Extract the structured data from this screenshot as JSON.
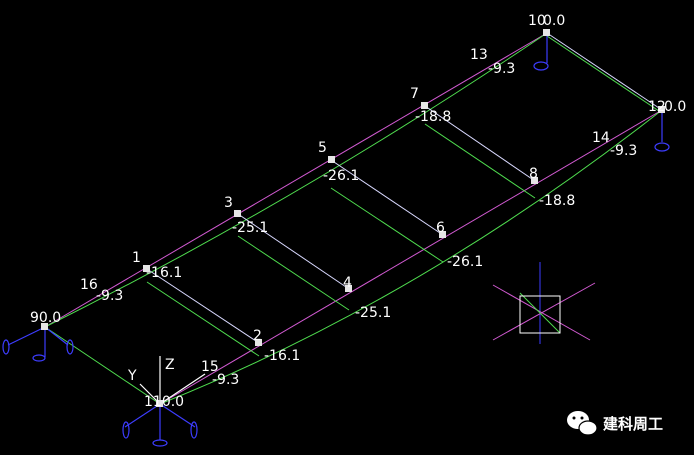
{
  "colors": {
    "background": "#000000",
    "beam_green": "#4fdc4f",
    "beam_magenta": "#d15ad1",
    "beam_white": "#d9d9ff",
    "node": "#e6e6e6",
    "support": "#3d3dff",
    "text": "#ffffff"
  },
  "nodes": [
    {
      "id": "1",
      "label": "1",
      "value": "-16.1"
    },
    {
      "id": "2",
      "label": "2",
      "value": "-16.1"
    },
    {
      "id": "3",
      "label": "3",
      "value": "-25.1"
    },
    {
      "id": "4",
      "label": "4",
      "value": "-25.1"
    },
    {
      "id": "5",
      "label": "5",
      "value": "-26.1"
    },
    {
      "id": "6",
      "label": "6",
      "value": "-26.1"
    },
    {
      "id": "7",
      "label": "7",
      "value": "-18.8"
    },
    {
      "id": "8",
      "label": "8",
      "value": "-18.8"
    },
    {
      "id": "9",
      "label": "",
      "value": "90.0"
    },
    {
      "id": "10",
      "label": "10",
      "value": "0.0"
    },
    {
      "id": "11",
      "label": "",
      "value": "110.0"
    },
    {
      "id": "12",
      "label": "12",
      "value": "0.0"
    },
    {
      "id": "13",
      "label": "13",
      "value": "-9.3"
    },
    {
      "id": "14",
      "label": "14",
      "value": "-9.3"
    },
    {
      "id": "15",
      "label": "15",
      "value": "-9.3"
    },
    {
      "id": "16",
      "label": "16",
      "value": "-9.3"
    }
  ],
  "axes": {
    "y_label": "Y",
    "z_label": "Z"
  },
  "watermark": {
    "text": "建科周工",
    "icon": "wechat-icon"
  }
}
